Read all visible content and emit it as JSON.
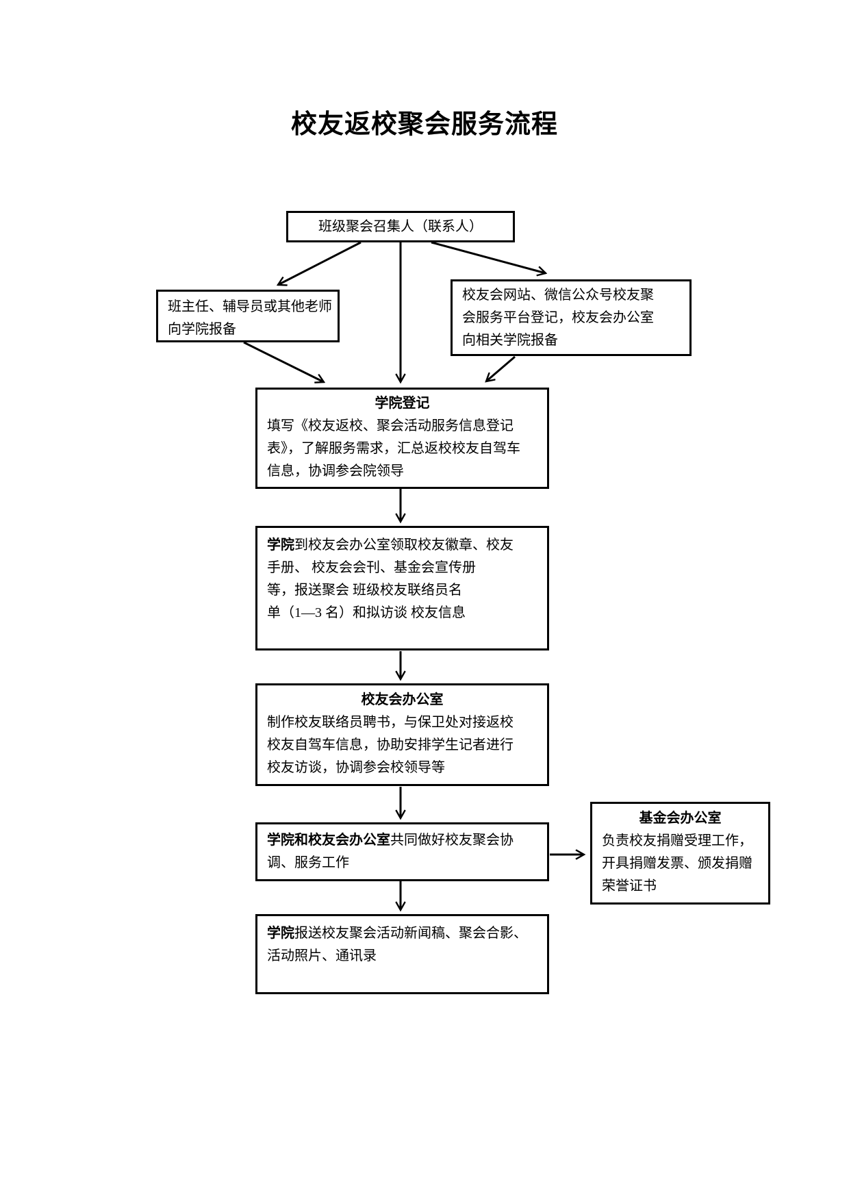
{
  "page": {
    "title": "校友返校聚会服务流程"
  },
  "flowchart": {
    "convener_box": {
      "text": "班级聚会召集人（联系人）"
    },
    "teacher_box": {
      "line1": "班主任、辅导员或其他老师",
      "line2": "向学院报备"
    },
    "platform_box": {
      "line1": "校友会网站、微信公众号校友聚",
      "line2": "会服务平台登记，校友会办公室",
      "line3": "向相关学院报备"
    },
    "college_register_box": {
      "title": "学院登记",
      "line1": "填写《校友返校、聚会活动服务信息登记",
      "line2": "表》，了解服务需求，汇总返校校友自驾车",
      "line3": "信息，协调参会院领导"
    },
    "college_pickup_box": {
      "bold_lead": "学院",
      "line1_rest": "到校友会办公室领取校友徽章、校友",
      "line2": "手册、 校友会会刊、基金会宣传册",
      "line3": "等，报送聚会 班级校友联络员名",
      "line4": "单（1—3 名）和拟访谈 校友信息"
    },
    "alumni_office_box": {
      "title": "校友会办公室",
      "line1": "制作校友联络员聘书，与保卫处对接返校",
      "line2": "校友自驾车信息，协助安排学生记者进行",
      "line3": "校友访谈，协调参会校领导等"
    },
    "joint_box": {
      "bold_lead": "学院和校友会办公室",
      "line1_rest": "共同做好校友聚会协",
      "line2": "调、服务工作"
    },
    "foundation_box": {
      "title": "基金会办公室",
      "line1": "负责校友捐赠受理工作，",
      "line2": "开具捐赠发票、颁发捐赠",
      "line3": "荣誉证书"
    },
    "report_box": {
      "bold_lead": "学院",
      "line1_rest": "报送校友聚会活动新闻稿、聚会合影、",
      "line2": "活动照片、通讯录"
    }
  }
}
